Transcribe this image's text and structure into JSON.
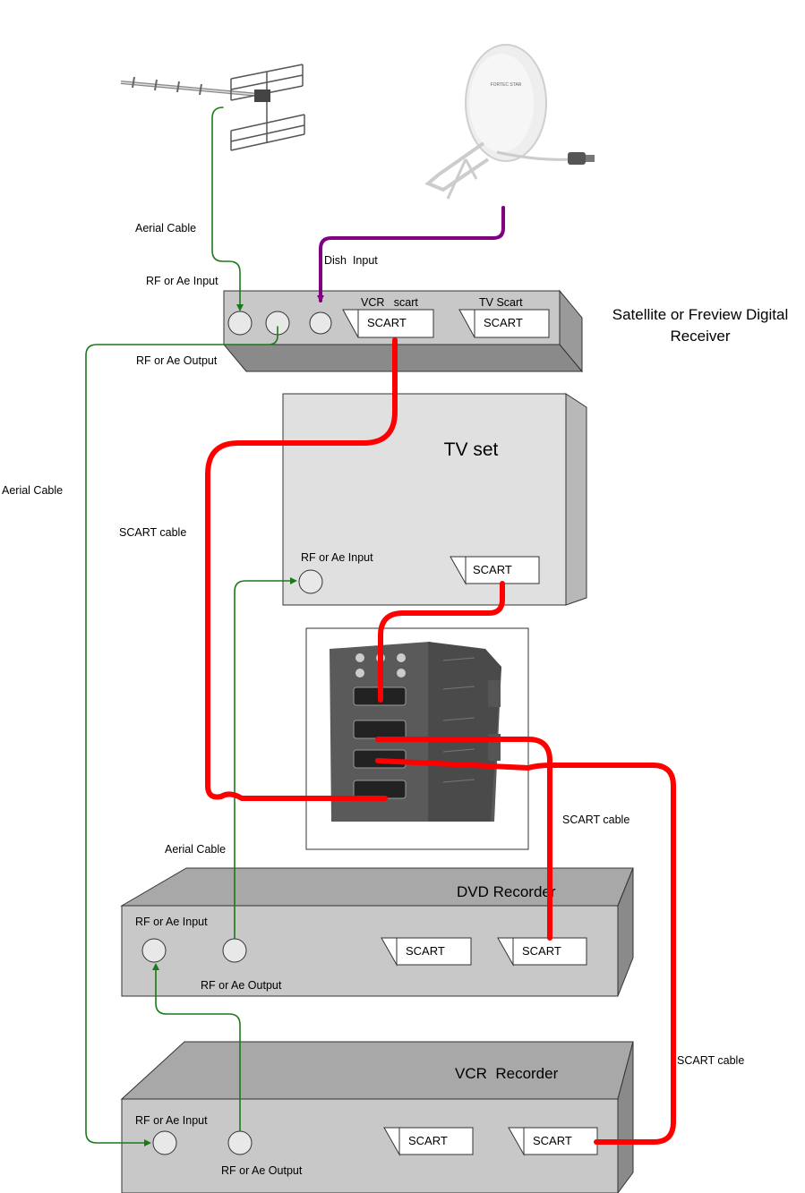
{
  "devices": {
    "receiver": {
      "title_line1": "Satellite or Freview Digital",
      "title_line2": "Receiver",
      "rf_input": "RF or Ae Input",
      "rf_output": "RF or Ae Output",
      "dish_input": "Dish  Input",
      "vcr_scart": "VCR   scart",
      "tv_scart": "TV Scart",
      "scart_1": "SCART",
      "scart_2": "SCART"
    },
    "tv": {
      "title": "TV set",
      "rf_input": "RF or Ae Input",
      "scart": "SCART"
    },
    "dvd": {
      "title": "DVD Recorder",
      "rf_input": "RF or Ae Input",
      "rf_output": "RF or Ae Output",
      "scart_1": "SCART",
      "scart_2": "SCART"
    },
    "vcr": {
      "title": "VCR  Recorder",
      "rf_input": "RF or Ae Input",
      "rf_output": "RF or Ae Output",
      "scart_1": "SCART",
      "scart_2": "SCART"
    },
    "dish": {
      "brand": "FORTEC STAR"
    }
  },
  "cables": {
    "aerial_top": "Aerial Cable",
    "aerial_left": "Aerial Cable",
    "aerial_mid": "Aerial Cable",
    "scart_left": "SCART cable",
    "scart_mid": "SCART cable",
    "scart_right": "SCART cable"
  },
  "colors": {
    "aerial_cable": "#1a7a1a",
    "scart_cable": "#ff0000",
    "dish_cable": "#800080",
    "box_fill": "#c8c8c8",
    "box_top": "#a0a0a0"
  }
}
